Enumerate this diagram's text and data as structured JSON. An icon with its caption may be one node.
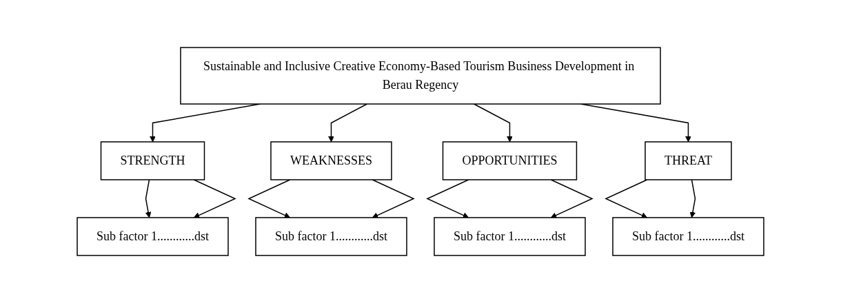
{
  "diagram": {
    "nodes": [
      {
        "text": [
          "Sustainable and Inclusive Creative Economy-Based Tourism Business Development in Berau Regency"
        ]
      },
      {
        "text": [
          "STRENGTH"
        ]
      },
      {
        "text": [
          "WEAKNESSES"
        ]
      },
      {
        "text": [
          "OPPORTUNITIES"
        ]
      },
      {
        "text": [
          "THREAT"
        ]
      },
      {
        "text": [
          "Sub factor 1............dst"
        ]
      },
      {
        "text": [
          "Sub factor 1............dst"
        ]
      },
      {
        "text": [
          "Sub factor 1............dst"
        ]
      },
      {
        "text": [
          "Sub factor 1............dst"
        ]
      }
    ],
    "edges": [
      {
        "from": 0,
        "to": 1,
        "arrow": "to"
      },
      {
        "from": 0,
        "to": 2,
        "arrow": "to"
      },
      {
        "from": 0,
        "to": 3,
        "arrow": "to"
      },
      {
        "from": 0,
        "to": 4,
        "arrow": "to"
      },
      {
        "from": 1,
        "to": 5,
        "arrow": "to"
      },
      {
        "from": 1,
        "to": 5,
        "arrow": "to"
      },
      {
        "from": 2,
        "to": 6,
        "arrow": "to"
      },
      {
        "from": 2,
        "to": 6,
        "arrow": "to"
      },
      {
        "from": 3,
        "to": 7,
        "arrow": "to"
      },
      {
        "from": 3,
        "to": 7,
        "arrow": "to"
      },
      {
        "from": 4,
        "to": 8,
        "arrow": "to"
      },
      {
        "from": 4,
        "to": 8,
        "arrow": "to"
      }
    ]
  }
}
